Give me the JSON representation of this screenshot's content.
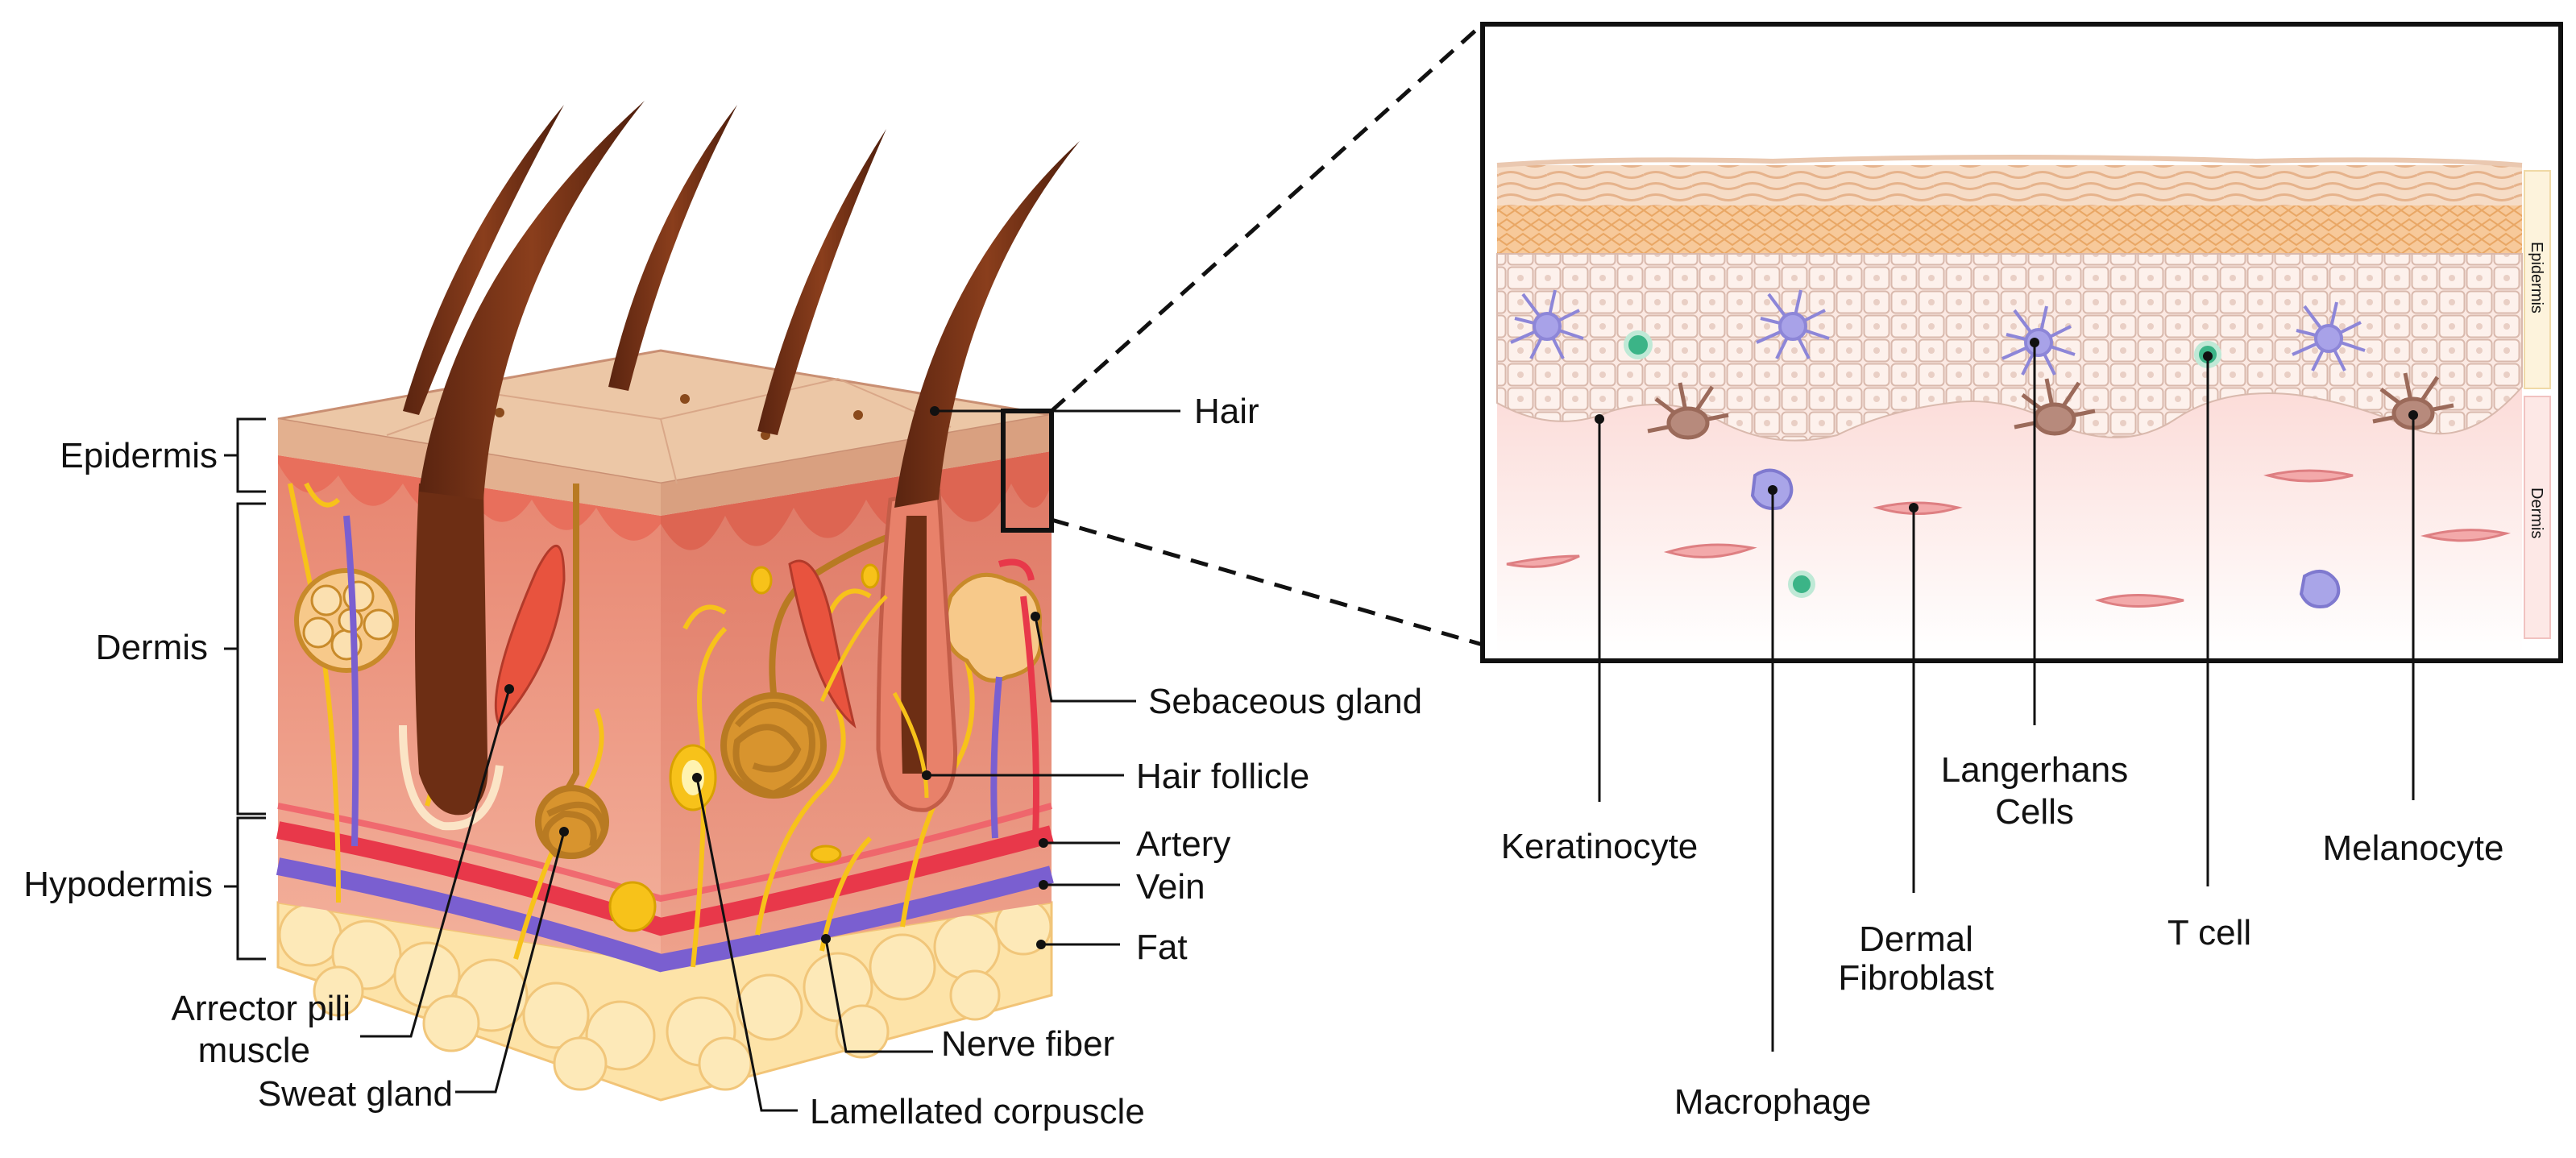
{
  "left_panel": {
    "layers": {
      "epidermis": "Epidermis",
      "dermis": "Dermis",
      "hypodermis": "Hypodermis"
    },
    "labels": {
      "hair": "Hair",
      "sebaceous_gland": "Sebaceous gland",
      "hair_follicle": "Hair follicle",
      "artery": "Artery",
      "vein": "Vein",
      "fat": "Fat",
      "nerve_fiber": "Nerve fiber",
      "lamellated_corpuscle": "Lamellated corpuscle",
      "sweat_gland": "Sweat gland",
      "arrector_pili_line1": "Arrector pili",
      "arrector_pili_line2": "muscle"
    }
  },
  "right_panel": {
    "side_labels": {
      "epidermis": "Epidermis",
      "dermis": "Dermis"
    },
    "labels": {
      "keratinocyte": "Keratinocyte",
      "macrophage": "Macrophage",
      "dermal_fibroblast_line1": "Dermal",
      "dermal_fibroblast_line2": "Fibroblast",
      "langerhans_line1": "Langerhans",
      "langerhans_line2": "Cells",
      "t_cell": "T cell",
      "melanocyte": "Melanocyte"
    }
  },
  "colors": {
    "epidermis_top": "#ecc7a6",
    "dermis": "#f0a08c",
    "hypodermis_fat": "#fde3a8",
    "artery": "#e8384a",
    "vein": "#7a5fd0",
    "nerve": "#f7c21a",
    "hair": "#7a3418",
    "gland": "#c88a2a"
  }
}
